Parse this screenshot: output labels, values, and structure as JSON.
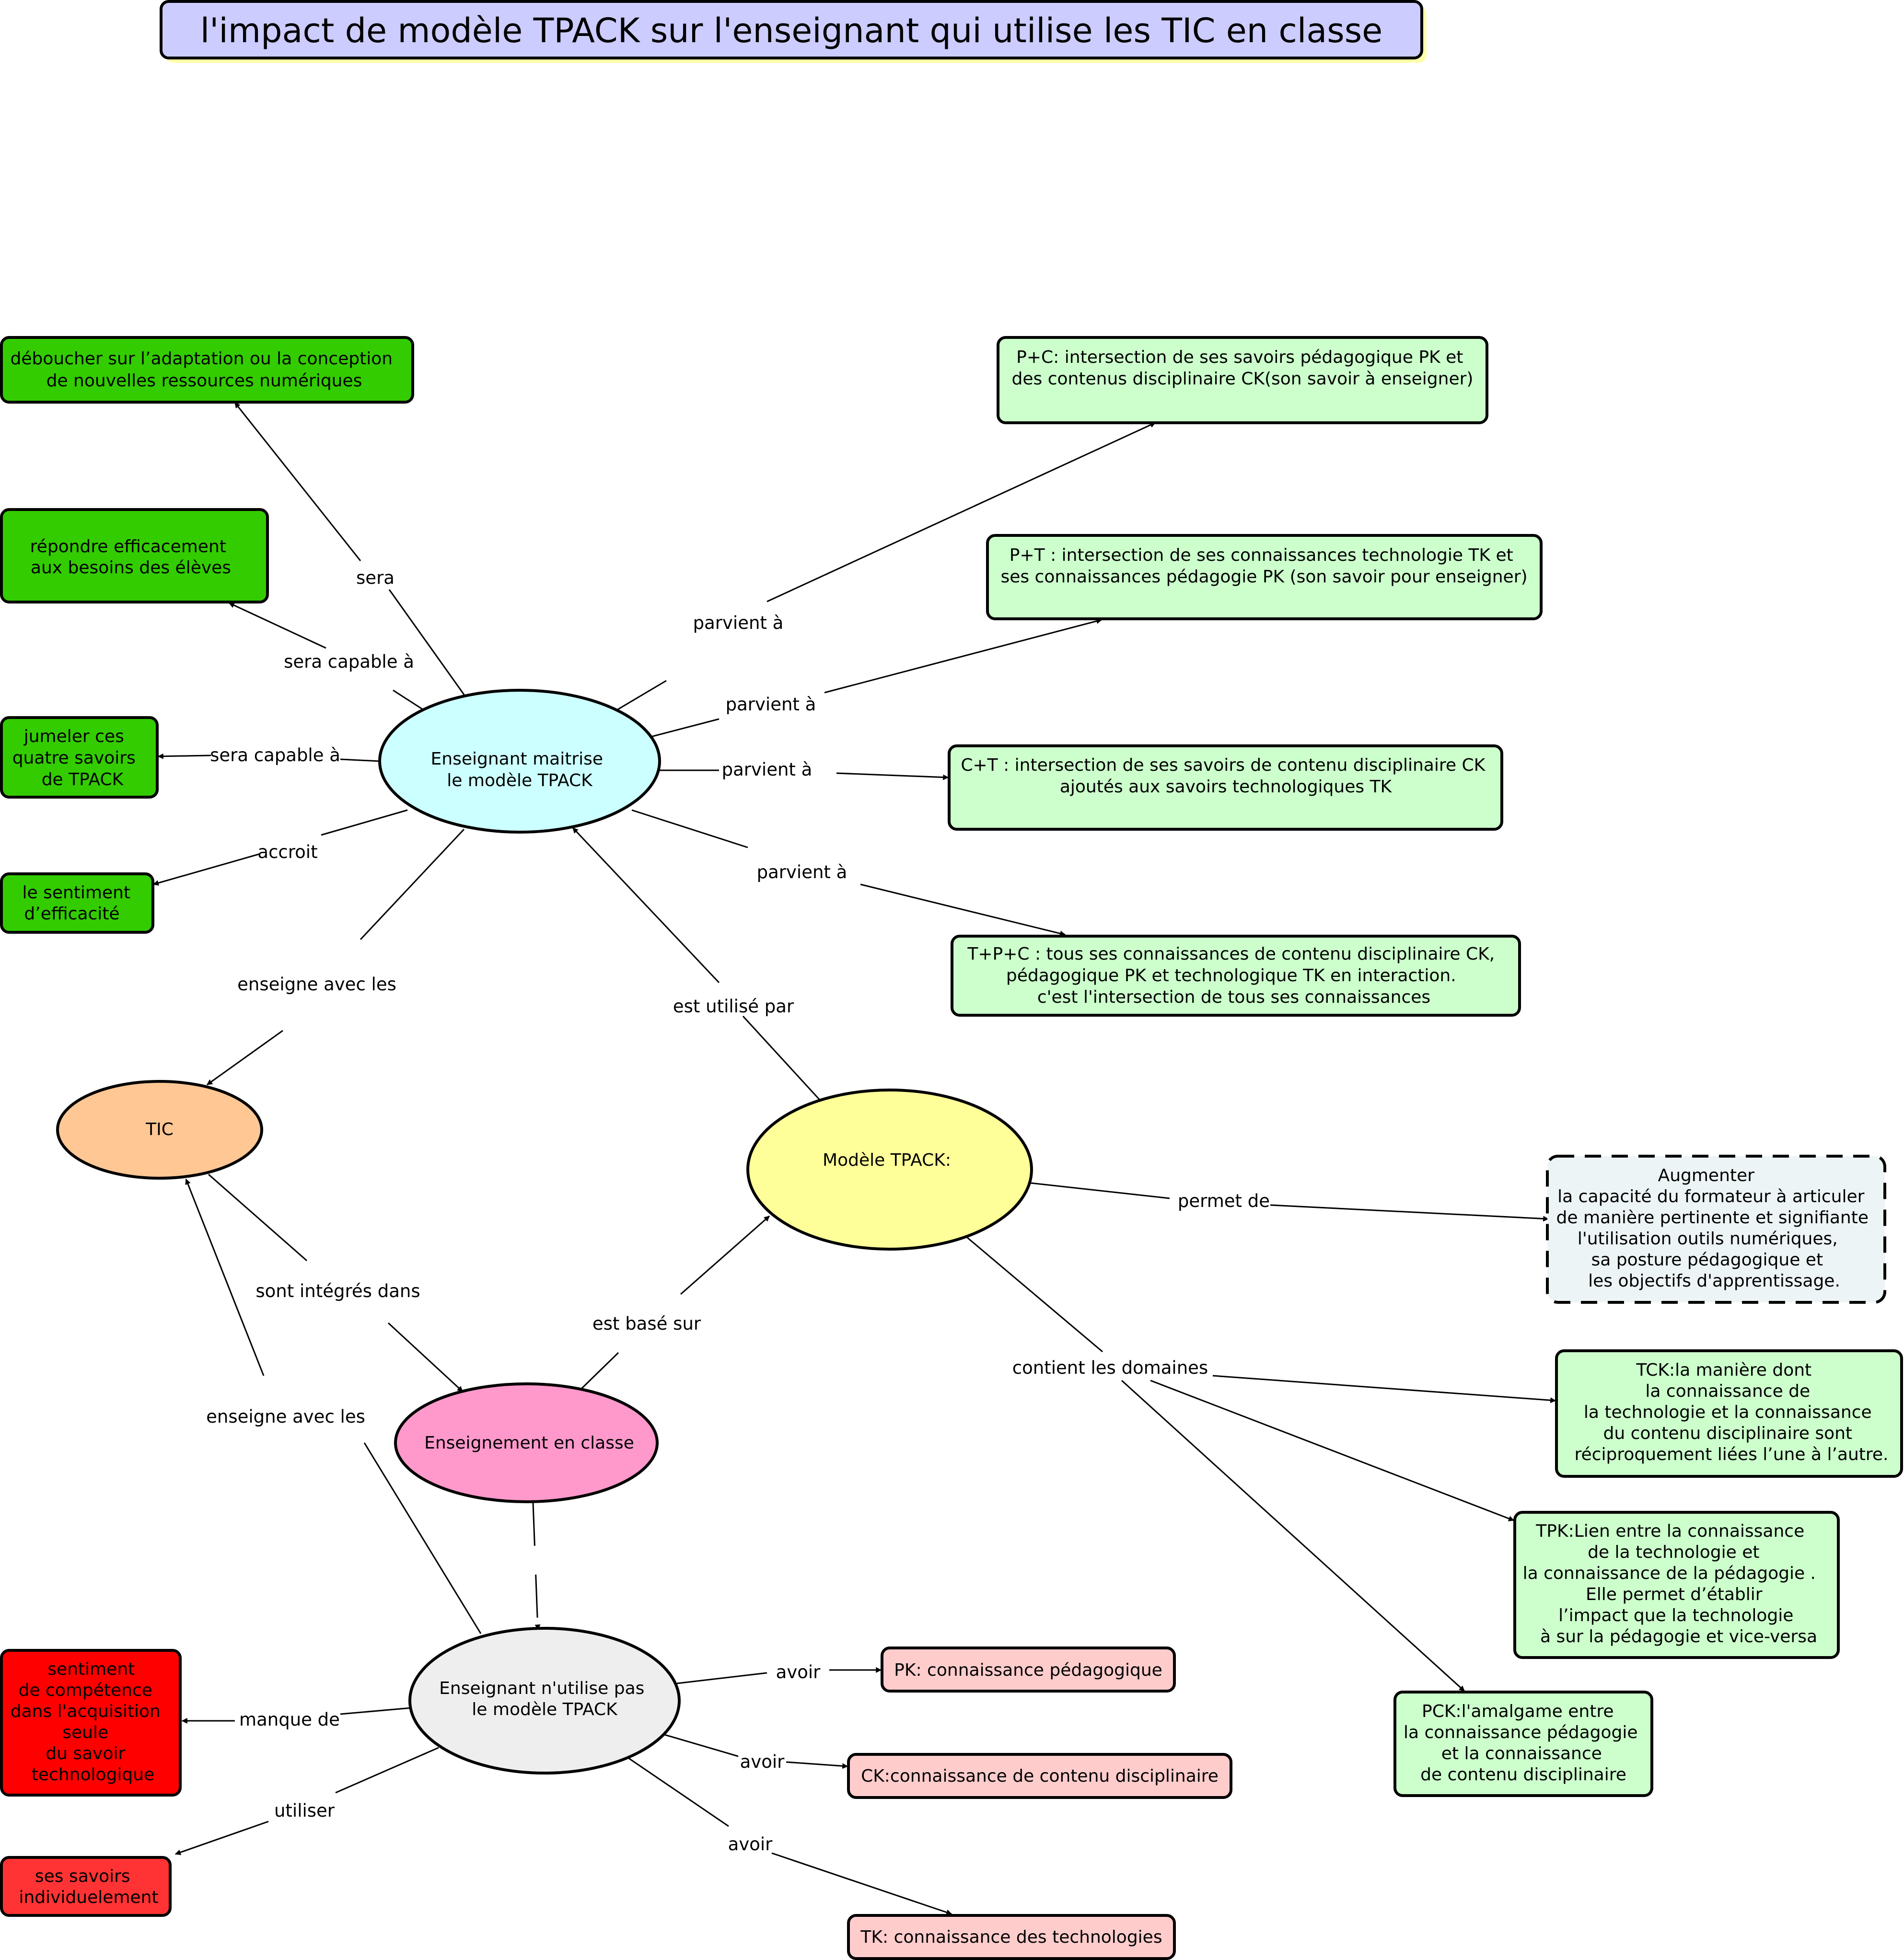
{
  "title": "l'impact de modèle TPACK sur l'enseignant qui utilise les TIC en classe",
  "colors": {
    "title_fill": "#CCCCFF",
    "title_shadow": "#FFFFAA",
    "dark_green": "#33CC00",
    "light_green": "#CCFFCC",
    "cyan": "#CCFFFF",
    "orange": "#FFC794",
    "yellow": "#FFFF99",
    "pink": "#FF99CC",
    "grey": "#EEEEEE",
    "red": "#FF0000",
    "red_light": "#FF3333",
    "rose": "#FFCCCC",
    "dashed_fill": "#EDF4F6"
  },
  "nodes": {
    "enseignant_maitrise": [
      "Enseignant maitrise",
      "le modèle TPACK"
    ],
    "tic": [
      "TIC"
    ],
    "modele_tpack": [
      "Modèle TPACK:"
    ],
    "enseignement_classe": [
      "Enseignement  en classe"
    ],
    "enseignant_nutilise": [
      "Enseignant n'utilise pas",
      "le modèle TPACK"
    ],
    "deboucher": [
      "déboucher sur l’adaptation ou la conception",
      "de nouvelles ressources numériques"
    ],
    "repondre": [
      "répondre efficacement",
      "aux besoins des élèves"
    ],
    "jumeler": [
      "jumeler ces",
      "quatre savoirs",
      "de TPACK"
    ],
    "sentiment_efficacite": [
      "le sentiment",
      "d’efficacité"
    ],
    "pc": [
      "P+C: intersection de ses savoirs pédagogique PK et",
      "des contenus disciplinaire CK(son savoir à enseigner)"
    ],
    "pt": [
      "P+T : intersection de ses connaissances technologie TK et",
      "ses connaissances pédagogie PK (son savoir pour enseigner)"
    ],
    "ct": [
      "C+T : intersection de ses savoirs de contenu disciplinaire CK",
      "ajoutés aux savoirs technologiques TK"
    ],
    "tpc": [
      "T+P+C :  tous ses connaissances de contenu disciplinaire CK,",
      "pédagogique PK et technologique TK en interaction.",
      "c'est l'intersection de tous ses connaissances"
    ],
    "augmenter": [
      "Augmenter",
      "la capacité du formateur à articuler",
      "de manière pertinente et signifiante",
      "l'utilisation outils numériques,",
      "sa posture pédagogique et",
      "les objectifs d'apprentissage."
    ],
    "tck": [
      "TCK:la manière dont",
      "la connaissance de",
      "la technologie et la connaissance",
      "du contenu disciplinaire  sont",
      "réciproquement liées l’une à l’autre."
    ],
    "tpk": [
      "TPK:Lien entre la connaissance",
      "de la technologie et",
      "la connaissance de la pédagogie .",
      "Elle permet d’établir",
      "l’impact que la technologie",
      "à sur la pédagogie et vice-versa"
    ],
    "pck": [
      "PCK:l'amalgame entre",
      "la connaissance pédagogie",
      "et la connaissance",
      "de contenu disciplinaire"
    ],
    "sentiment_competence": [
      "sentiment",
      "de compétence",
      "dans l'acquisition",
      "seule",
      "du savoir",
      "technologique"
    ],
    "savoirs_individuel": [
      "ses savoirs",
      "individuelement"
    ],
    "pk": [
      "PK: connaissance pédagogique"
    ],
    "ck": [
      "CK:connaissance de contenu disciplinaire"
    ],
    "tk": [
      "TK: connaissance des technologies"
    ]
  },
  "links": {
    "sera": "sera",
    "sera_capable_1": "sera capable à",
    "sera_capable_2": "sera capable à",
    "accroit": "accroit",
    "enseigne_avec_1": "enseigne avec les",
    "parvient_1": "parvient à",
    "parvient_2": "parvient à",
    "parvient_3": "parvient à",
    "parvient_4": "parvient à",
    "est_utilise_par": "est utilisé par",
    "sont_integres": "sont intégrés dans",
    "est_base_sur": "est basé sur",
    "permet_de": "permet de",
    "contient": "contient les domaines",
    "enseigne_avec_2": "enseigne avec les",
    "manque_de": "manque de",
    "utiliser": "utiliser",
    "avoir_1": "avoir",
    "avoir_2": "avoir",
    "avoir_3": "avoir"
  }
}
